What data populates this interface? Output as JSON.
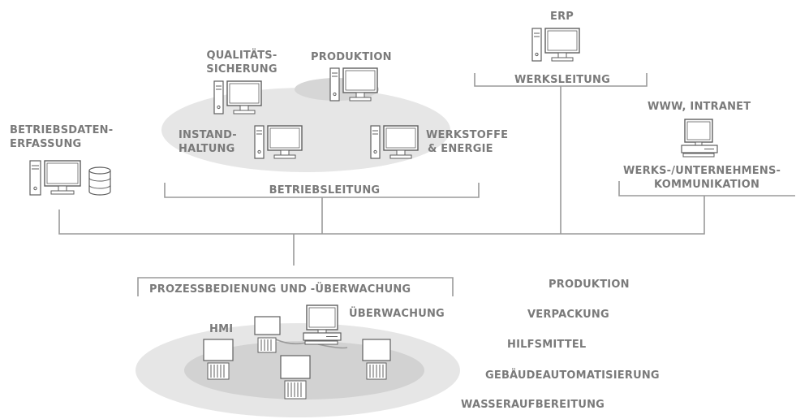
{
  "colors": {
    "line": "#9a9a9a",
    "text": "#7a7a7a",
    "ellipse": "#e3e3e3",
    "ellipse_inner": "#cfcfcf",
    "device_stroke": "#5f5f5f",
    "screen_fill": "#ffffff"
  },
  "labels": {
    "erp": "ERP",
    "werksleitung": "WERKSLEITUNG",
    "qualitaet_line1": "QUALITÄTS-",
    "qualitaet_line2": "SICHERUNG",
    "produktion_top": "PRODUKTION",
    "betriebsdaten_line1": "BETRIEBSDATEN-",
    "betriebsdaten_line2": "ERFASSUNG",
    "instand_line1": "INSTAND-",
    "instand_line2": "HALTUNG",
    "werkstoffe_line1": "WERKSTOFFE",
    "werkstoffe_line2": "& ENERGIE",
    "www_intranet": "WWW, INTRANET",
    "werks_kommunikation_line1": "WERKS-/UNTERNEHMENS-",
    "werks_kommunikation_line2": "KOMMUNIKATION",
    "betriebsleitung": "BETRIEBSLEITUNG",
    "prozess": "PROZESSBEDIENUNG UND -ÜBERWACHUNG",
    "hmi": "HMI",
    "ueberwachung": "ÜBERWACHUNG"
  },
  "process_areas": [
    "PRODUKTION",
    "VERPACKUNG",
    "HILFSMITTEL",
    "GEBÄUDEAUTOMATISIERUNG",
    "WASSERAUFBEREITUNG"
  ],
  "icons": {
    "workstation": "workstation-icon",
    "database": "database-icon",
    "desktop_pc": "desktop-pc-icon",
    "hmi_panel": "hmi-panel-icon"
  }
}
